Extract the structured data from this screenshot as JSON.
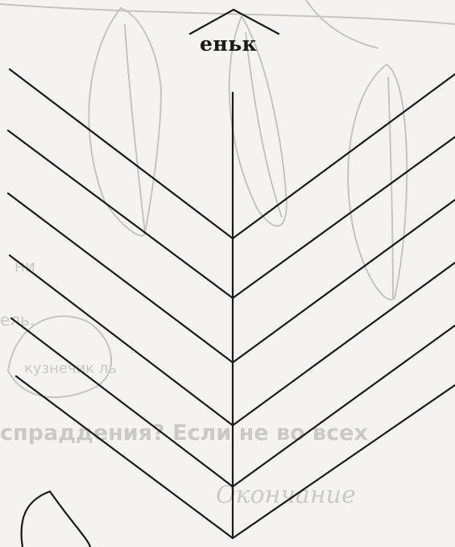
{
  "worksheet": {
    "suffix_text": "еньк",
    "bleed_through": {
      "line1": "спраддения? Если не во всех",
      "line2": "Окончание",
      "partial1": "ни",
      "partial2": "ель.",
      "partial3": "кузнечик ль"
    }
  },
  "colors": {
    "paper": "#f4f3f1",
    "ink": "#1a1a1a",
    "faint": "#c9c9c9"
  }
}
